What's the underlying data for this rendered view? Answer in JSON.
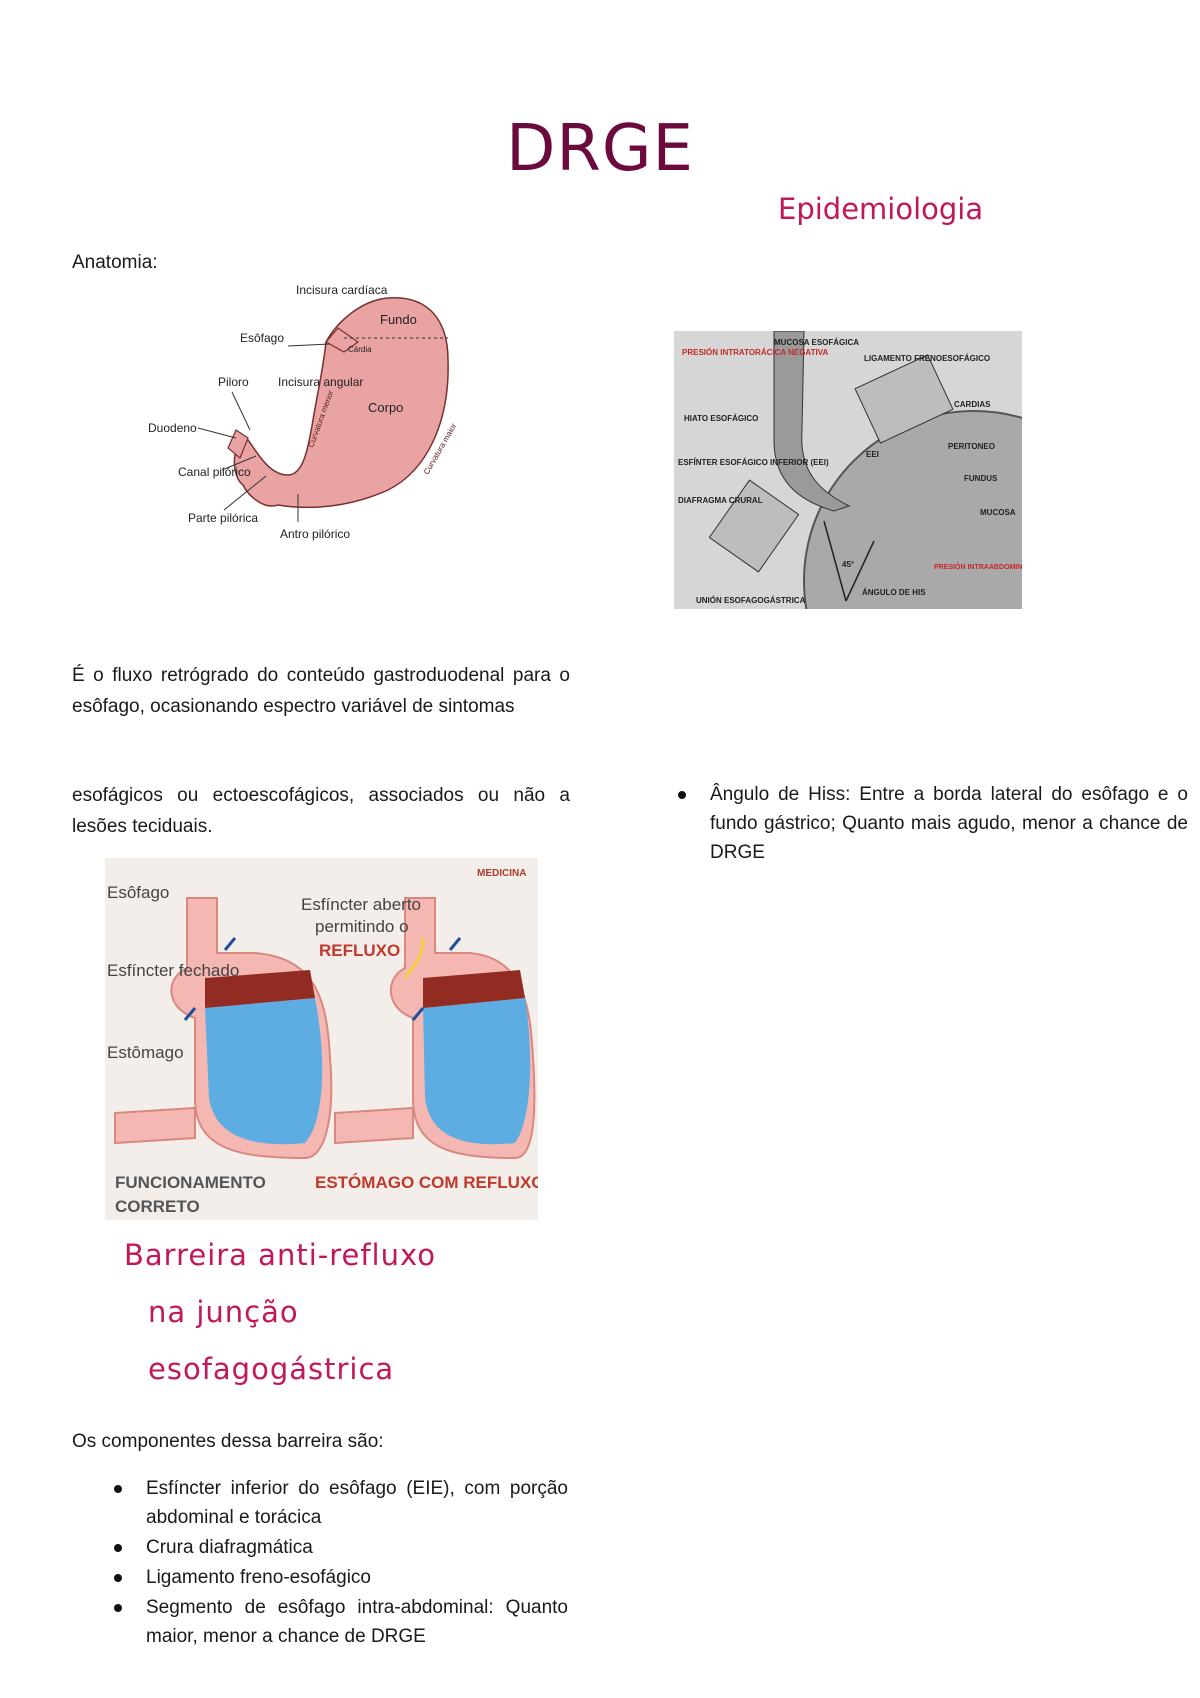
{
  "title": "DRGE",
  "epidemiology_heading": "Epidemiologia",
  "anatomy_label": "Anatomia:",
  "stomach_diagram": {
    "labels": {
      "incisura_cardiaca": "Incisura cardíaca",
      "fundo": "Fundo",
      "esofago": "Esôfago",
      "cardia": "Cárdia",
      "piloro": "Piloro",
      "incisura_angular": "Incisura angular",
      "corpo": "Corpo",
      "duodeno": "Duodeno",
      "canal_pilorico": "Canal pilórico",
      "parte_pilorica": "Parte pilórica",
      "antro_pilorico": "Antro pilórico",
      "curvatura_menor": "Curvatura menor",
      "curvatura_maior": "Curvatura maior"
    }
  },
  "junction_diagram": {
    "labels": {
      "presion_intratoracica": "PRESIÓN INTRATORÁCICA NEGATIVA",
      "mucosa_esofagica": "MUCOSA ESOFÁGICA",
      "ligamento": "LIGAMENTO FRENOESOFÁGICO",
      "cardias": "CARDIAS",
      "hiato": "HIATO ESOFÁGICO",
      "eei": "EEI",
      "peritoneo": "PERITONEO",
      "esfinter": "ESFÍNTER ESOFÁGICO INFERIOR (EEI)",
      "fundus": "FUNDUS",
      "diafragma": "DIAFRAGMA CRURAL",
      "mucosa": "MUCOSA",
      "angle": "45°",
      "presion_intraabdominal": "PRESIÓN INTRAABDOMINAL POSITIVA",
      "union": "UNIÓN ESOFAGOGÁSTRICA",
      "angulo_his": "ÁNGULO DE HIS"
    }
  },
  "definition_part1": "É o fluxo retrógrado do conteúdo gastroduodenal para o esôfago, ocasionando espectro variável de sintomas",
  "definition_part2": "esofágicos ou ectoescofágicos, associados ou não a lesões teciduais.",
  "reflux_image": {
    "esofago": "Esôfago",
    "esfincter_fechado": "Esfíncter fechado",
    "estomago": "Estômago",
    "esfincter_aberto_1": "Esfíncter aberto",
    "esfincter_aberto_2": "permitindo o",
    "refluxo": "REFLUXO",
    "funcionamento": "FUNCIONAMENTO",
    "correto": "CORRETO",
    "estomago_refluxo": "ESTÓMAGO COM REFLUXO",
    "brand": "MEDICINA"
  },
  "barrier_heading": {
    "line1": "Barreira anti-refluxo",
    "line2": "na junção",
    "line3": "esofagogástrica"
  },
  "components_intro": "Os componentes dessa barreira são:",
  "components": [
    "Esfíncter inferior do esôfago (EIE), com porção abdominal e torácica",
    "Crura diafragmática",
    "Ligamento freno-esofágico",
    "Segmento de esôfago intra-abdominal: Quanto maior, menor a chance de DRGE"
  ],
  "right_bullets": [
    "Ângulo de Hiss: Entre a borda lateral do esôfago e o fundo gástrico; Quanto mais agudo, menor a chance de DRGE"
  ],
  "colors": {
    "title": "#6b0a3c",
    "heading": "#c2185b",
    "stomach": "#e8a0a0",
    "fluid": "#5bb4e6"
  }
}
